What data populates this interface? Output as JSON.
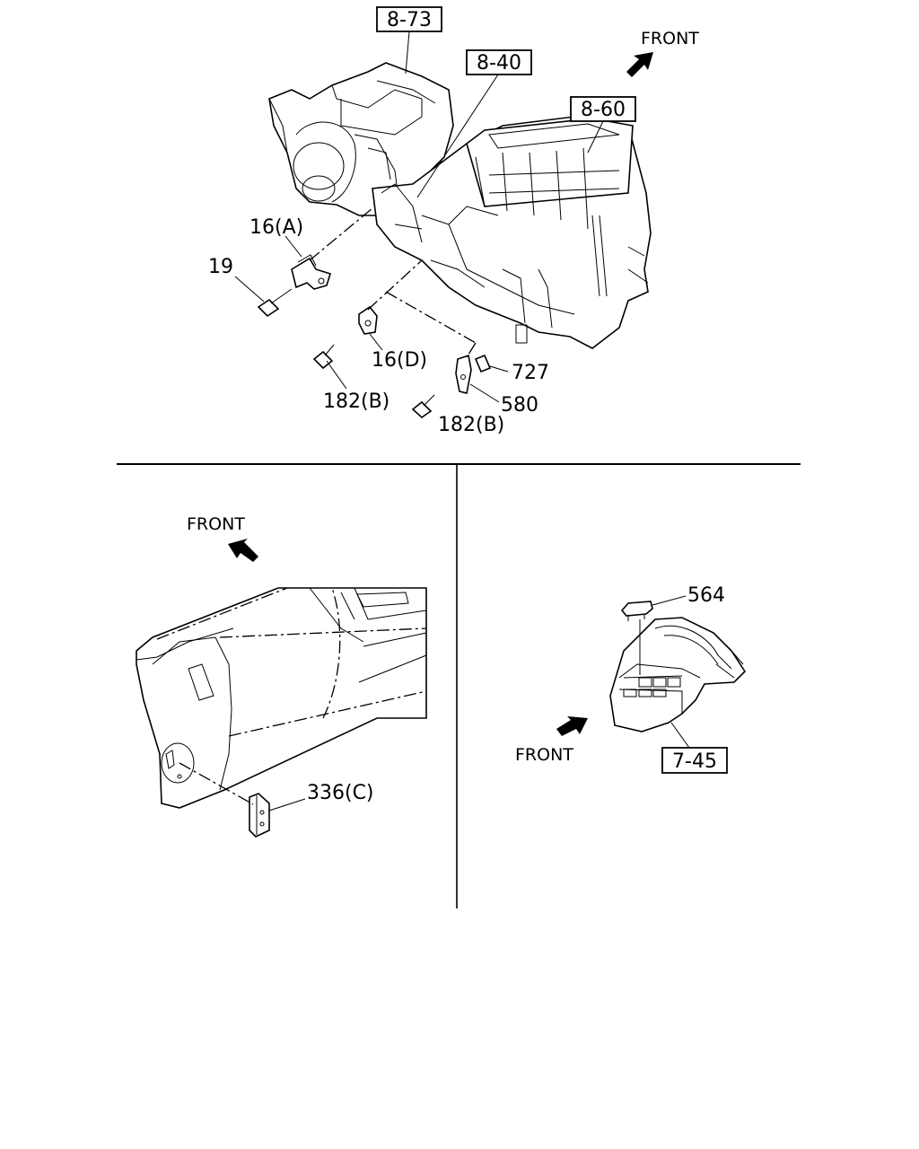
{
  "top_section": {
    "ref_boxes": [
      "8-73",
      "8-40",
      "8-60"
    ],
    "front_label": "FRONT",
    "callouts": {
      "c16a": "16(A)",
      "c19": "19",
      "c16d": "16(D)",
      "c182b_1": "182(B)",
      "c727": "727",
      "c580": "580",
      "c182b_2": "182(B)"
    }
  },
  "bottom_left": {
    "front_label": "FRONT",
    "callouts": {
      "c336c": "336(C)"
    }
  },
  "bottom_right": {
    "front_label": "FRONT",
    "ref_box": "7-45",
    "callouts": {
      "c564": "564"
    }
  }
}
